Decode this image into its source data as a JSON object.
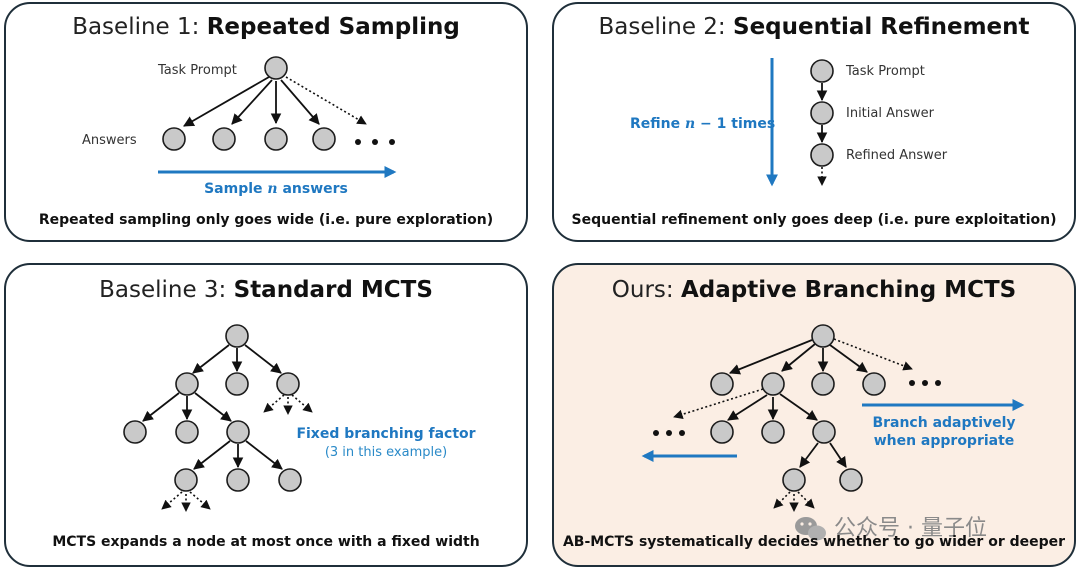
{
  "colors": {
    "accent_blue": "#1f78c1",
    "node_fill": "#c9c9c9",
    "border": "#1f2f3a",
    "ours_background": "#fbeee4"
  },
  "panels": [
    {
      "title_prefix": "Baseline 1: ",
      "title_bold": "Repeated Sampling",
      "labels": {
        "root": "Task Prompt",
        "children": "Answers"
      },
      "arrow_label_pre": "Sample ",
      "arrow_label_var": "n",
      "arrow_label_post": " answers",
      "caption": "Repeated sampling only goes wide (i.e. pure exploration)"
    },
    {
      "title_prefix": "Baseline 2: ",
      "title_bold": "Sequential Refinement",
      "labels": {
        "node1": "Task Prompt",
        "node2": "Initial Answer",
        "node3": "Refined Answer"
      },
      "arrow_label_pre": "Refine ",
      "arrow_label_var": "n",
      "arrow_label_post": " − 1 times",
      "caption": "Sequential refinement only goes deep (i.e. pure exploitation)"
    },
    {
      "title_prefix": "Baseline 3: ",
      "title_bold": "Standard MCTS",
      "note": "Fixed branching factor",
      "note_sub": "(3 in this example)",
      "caption": "MCTS expands a node at most once with a fixed width"
    },
    {
      "title_prefix": "Ours: ",
      "title_bold": "Adaptive Branching MCTS",
      "note_line1": "Branch adaptively",
      "note_line2": "when appropriate",
      "caption": "AB-MCTS systematically decides whether to go wider or deeper"
    }
  ],
  "ellipsis": "• • •",
  "watermark": "公众号 · 量子位"
}
